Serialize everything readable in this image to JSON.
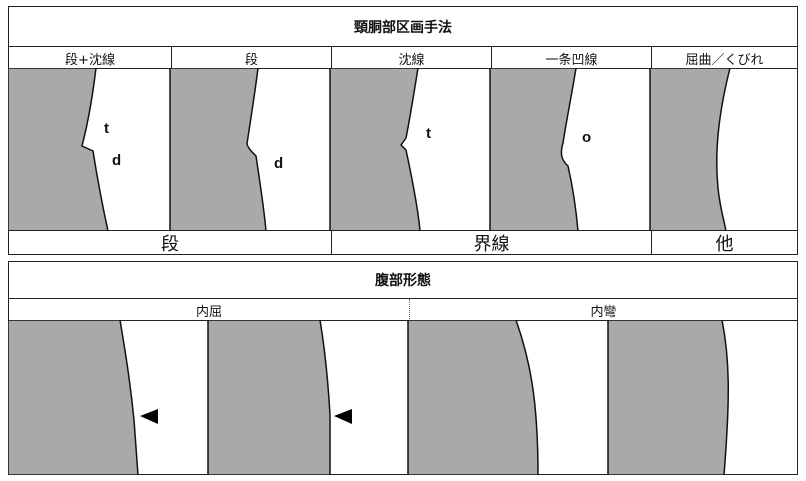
{
  "top": {
    "title": "頸胴部区画手法",
    "columns": [
      {
        "label": "段+沈線",
        "markers": [
          "t",
          "d"
        ]
      },
      {
        "label": "段",
        "markers": [
          "d"
        ]
      },
      {
        "label": "沈線",
        "markers": [
          "t"
        ]
      },
      {
        "label": "一条凹線",
        "markers": [
          "o"
        ]
      },
      {
        "label": "屈曲／くびれ",
        "markers": []
      }
    ],
    "groups": [
      "段",
      "界線",
      "他"
    ]
  },
  "bottom": {
    "title": "腹部形態",
    "groups": [
      "内屈",
      "内彎"
    ]
  },
  "colors": {
    "fill": "#a9a9a9",
    "line": "#111111",
    "border": "#222222"
  }
}
